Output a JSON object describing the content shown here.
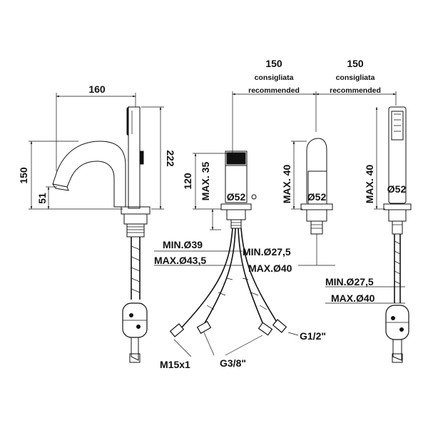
{
  "labels": {
    "spout_width": "160",
    "spout_height": "150",
    "spout_outlet": "51",
    "spout_total": "222",
    "handle_height": "120",
    "handle_max": "MAX. 35",
    "handle_diam": "Ø52",
    "hole_min_1": "MIN.Ø39",
    "hole_max_1": "MAX.Ø43,5",
    "hole_min_2": "MIN.Ø27,5",
    "hole_max_2": "MAX.Ø40",
    "dist_1": "150",
    "dist_1_note_it": "consigliata",
    "dist_1_note_en": "recommended",
    "dist_2": "150",
    "dist_2_note_it": "consigliata",
    "dist_2_note_en": "recommended",
    "diverter_max": "MAX. 40",
    "diverter_diam": "Ø52",
    "shower_max": "MAX. 40",
    "shower_diam": "Ø52",
    "hole_min_3": "MIN.Ø27,5",
    "hole_max_3": "MAX.Ø40",
    "conn_g12": "G1/2\"",
    "conn_g38": "G3/8\"",
    "conn_m15": "M15x1"
  }
}
